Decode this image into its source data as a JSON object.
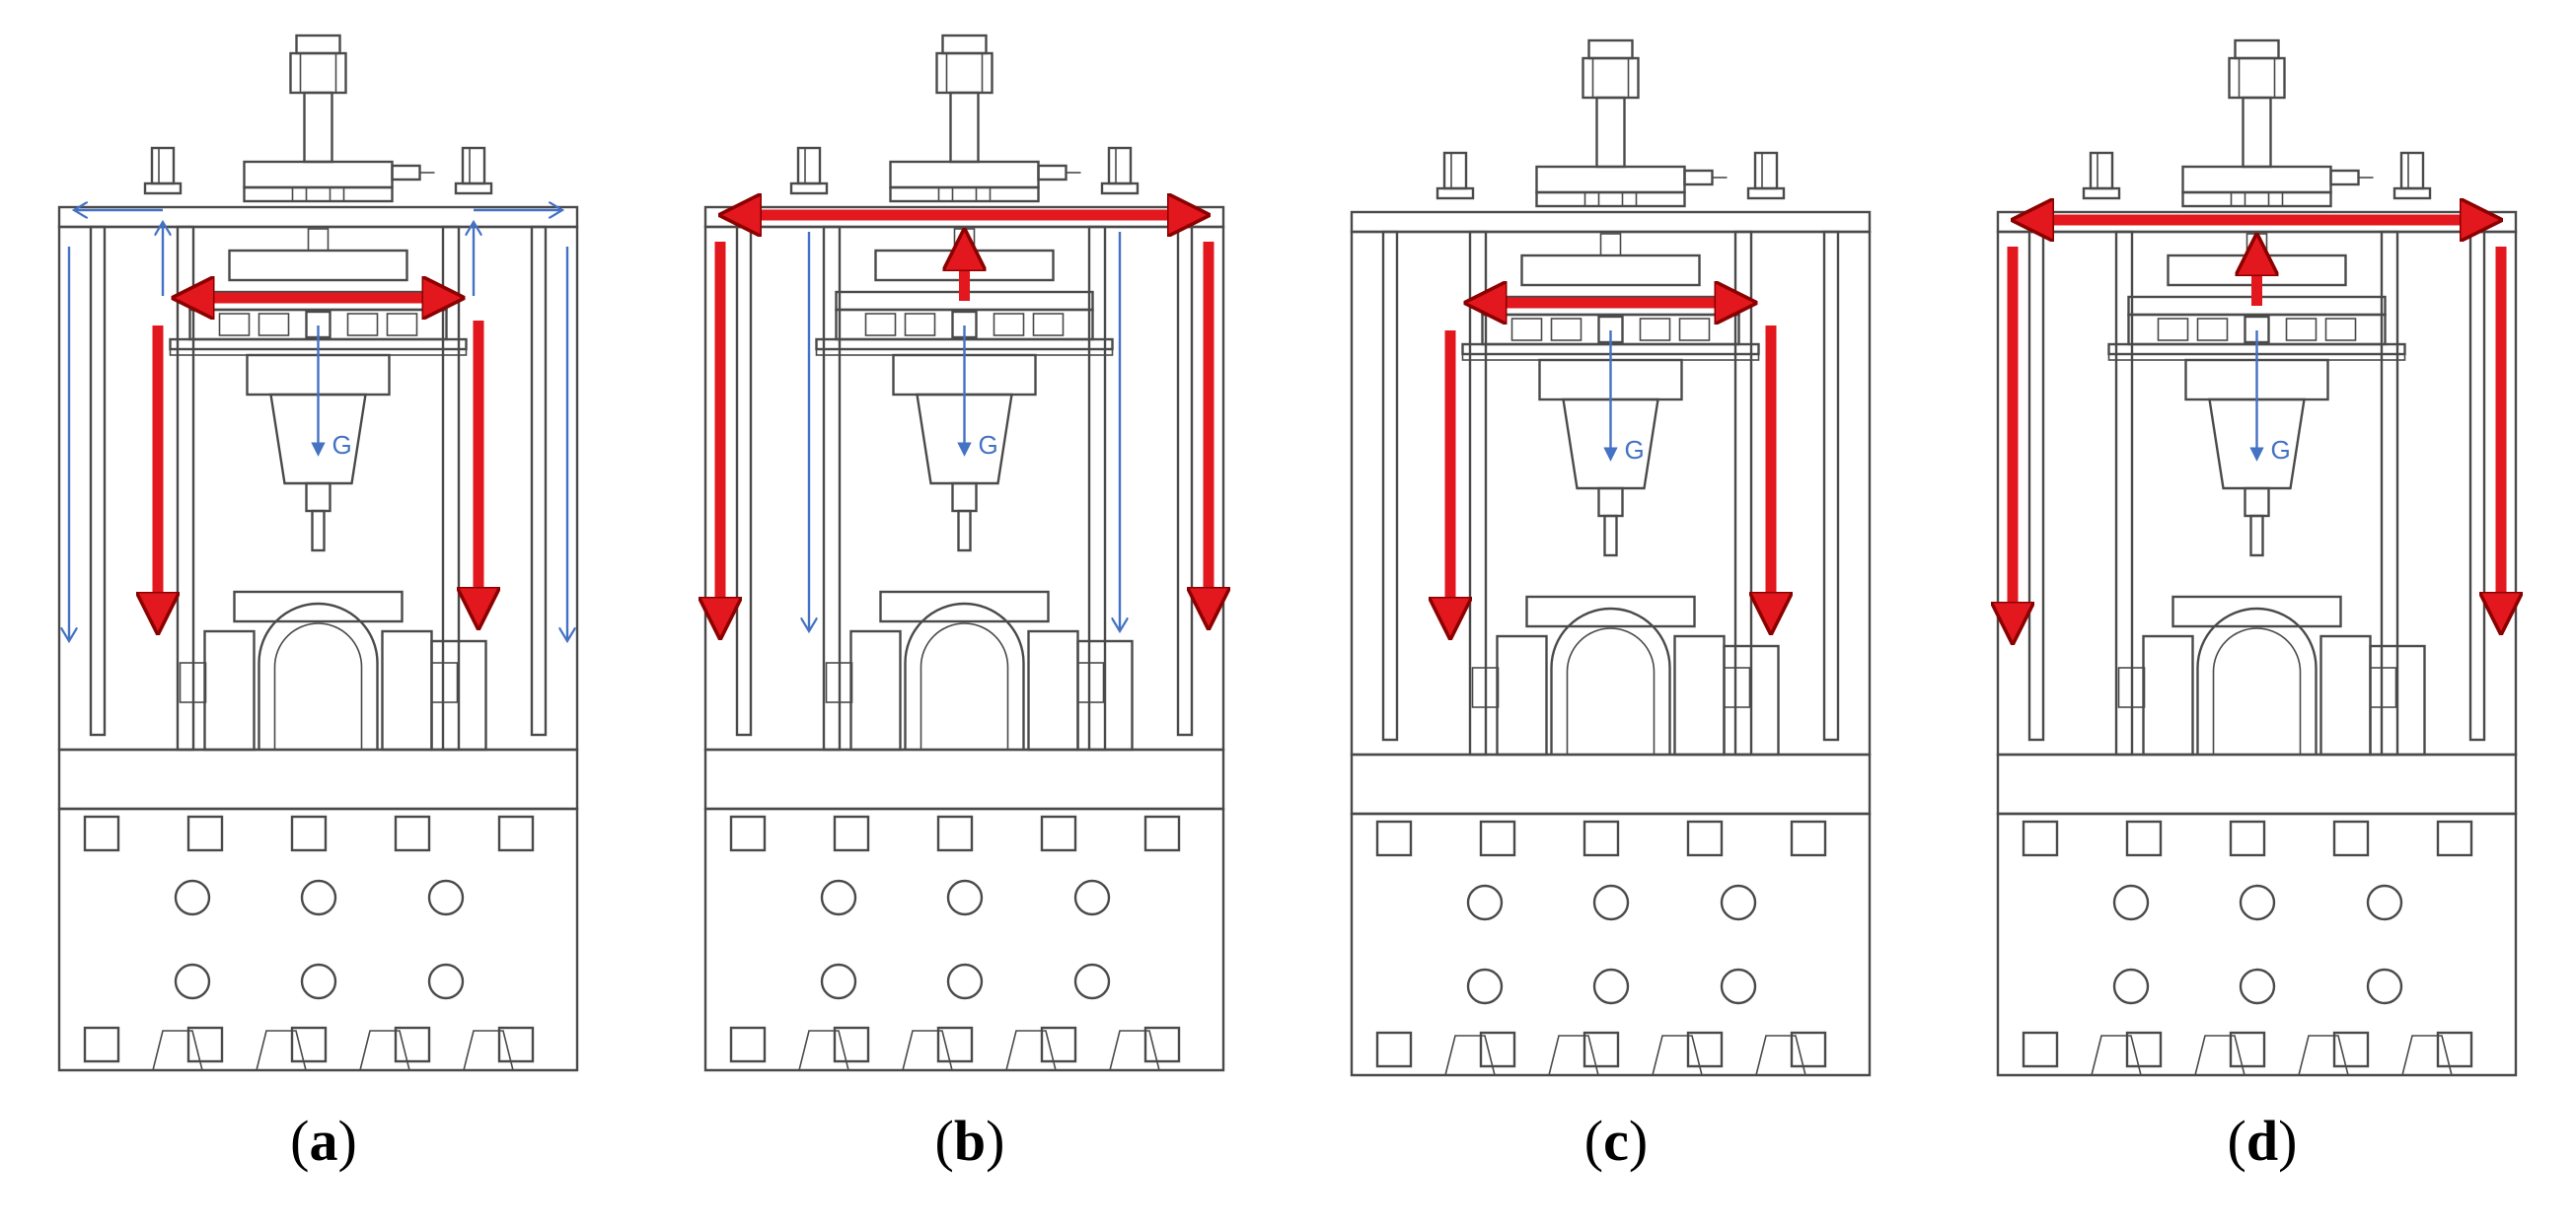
{
  "figure": {
    "panels": [
      {
        "label": "a",
        "show_blue_flow": true,
        "red_top": false,
        "red_outer": false,
        "red_inner": true,
        "red_up": false,
        "blue_inner": false,
        "faded": false
      },
      {
        "label": "b",
        "show_blue_flow": false,
        "red_top": true,
        "red_outer": true,
        "red_inner": false,
        "red_up": true,
        "blue_inner": true,
        "faded": false
      },
      {
        "label": "c",
        "show_blue_flow": false,
        "red_top": false,
        "red_outer": false,
        "red_inner": true,
        "red_up": false,
        "blue_inner": false,
        "faded": true
      },
      {
        "label": "d",
        "show_blue_flow": false,
        "red_top": true,
        "red_outer": true,
        "red_inner": false,
        "red_up": true,
        "blue_inner": false,
        "faded": true
      }
    ],
    "gravity_label": "G",
    "colors": {
      "red_arrow": "#E3171E",
      "red_edge": "#8B0000",
      "blue_arrow": "#4472C4",
      "outline": "#4a4a4a"
    }
  }
}
